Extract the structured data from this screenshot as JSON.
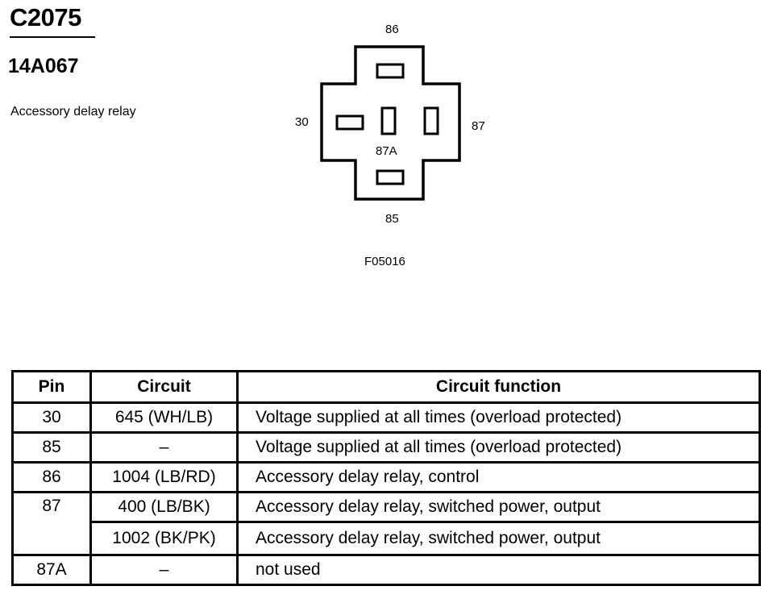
{
  "connector": {
    "id": "C2075",
    "part_number": "14A067",
    "description": "Accessory delay relay"
  },
  "diagram": {
    "pin_labels": {
      "top": "86",
      "left": "30",
      "right": "87",
      "center": "87A",
      "bottom": "85"
    },
    "figure_code": "F05016"
  },
  "table": {
    "headers": [
      "Pin",
      "Circuit",
      "Circuit function"
    ],
    "rows": [
      {
        "pin": "30",
        "circuit": "645 (WH/LB)",
        "function": "Voltage supplied at all times (overload protected)"
      },
      {
        "pin": "85",
        "circuit": "–",
        "function": "Voltage supplied at all times (overload protected)"
      },
      {
        "pin": "86",
        "circuit": "1004 (LB/RD)",
        "function": "Accessory delay relay, control"
      },
      {
        "pin": "87",
        "circuit": "400 (LB/BK)",
        "function": "Accessory delay relay, switched power, output"
      },
      {
        "pin": "",
        "circuit": "1002 (BK/PK)",
        "function": "Accessory delay relay, switched power, output"
      },
      {
        "pin": "87A",
        "circuit": "–",
        "function": "not used"
      }
    ]
  }
}
